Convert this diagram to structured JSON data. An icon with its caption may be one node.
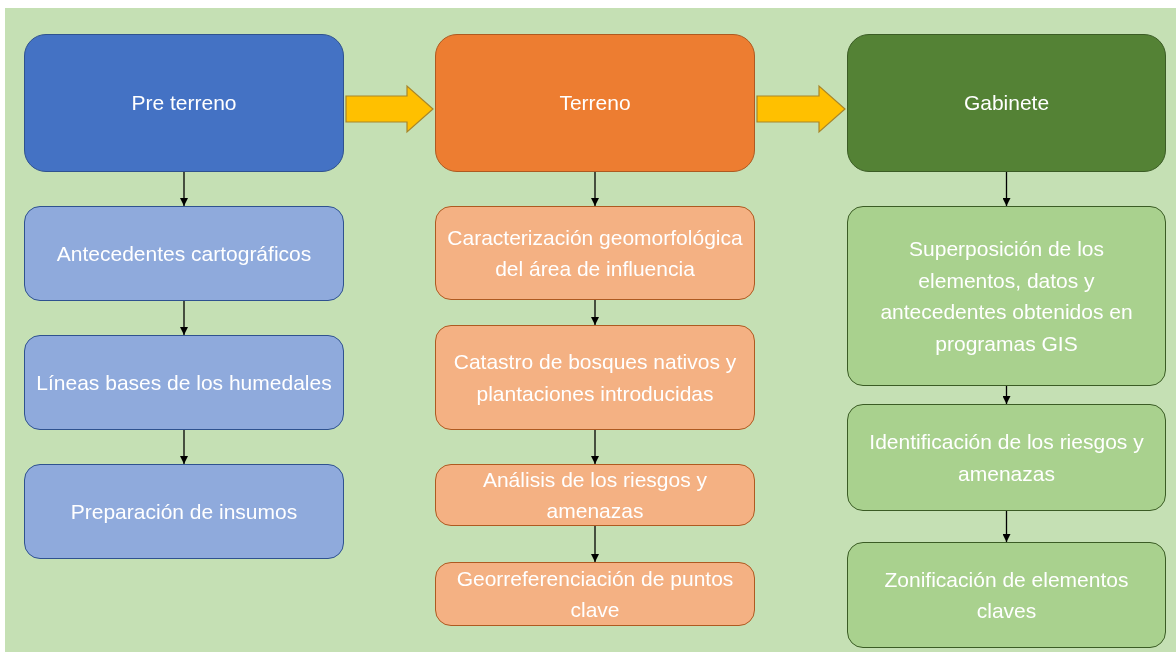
{
  "diagram": {
    "nodes": [
      {
        "text": [
          "Pre terreno"
        ]
      },
      {
        "text": [
          "Antecedentes cartográficos"
        ]
      },
      {
        "text": [
          "Líneas bases de los humedales"
        ]
      },
      {
        "text": [
          "Preparación de insumos"
        ]
      },
      {
        "text": [
          "Terreno"
        ]
      },
      {
        "text": [
          "Caracterización geomorfológica del área de influencia"
        ]
      },
      {
        "text": [
          "Catastro de bosques nativos y plantaciones introducidas"
        ]
      },
      {
        "text": [
          "Análisis de los riesgos y amenazas"
        ]
      },
      {
        "text": [
          "Georreferenciación de puntos clave"
        ]
      },
      {
        "text": [
          "Gabinete"
        ]
      },
      {
        "text": [
          "Superposición de los elementos, datos y antecedentes obtenidos en programas GIS"
        ]
      },
      {
        "text": [
          "Identificación de los riesgos y amenazas"
        ]
      },
      {
        "text": [
          "Zonificación de elementos claves"
        ]
      }
    ],
    "edges": [
      {
        "from": 0,
        "to": 4,
        "arrow": "to",
        "style": "thick",
        "color": "#ffc000"
      },
      {
        "from": 4,
        "to": 9,
        "arrow": "to",
        "style": "thick",
        "color": "#ffc000"
      },
      {
        "from": 0,
        "to": 1,
        "arrow": "to"
      },
      {
        "from": 1,
        "to": 2,
        "arrow": "to"
      },
      {
        "from": 2,
        "to": 3,
        "arrow": "to"
      },
      {
        "from": 4,
        "to": 5,
        "arrow": "to"
      },
      {
        "from": 5,
        "to": 6,
        "arrow": "to"
      },
      {
        "from": 6,
        "to": 7,
        "arrow": "to"
      },
      {
        "from": 7,
        "to": 8,
        "arrow": "to"
      },
      {
        "from": 9,
        "to": 10,
        "arrow": "to"
      },
      {
        "from": 10,
        "to": 11,
        "arrow": "to"
      },
      {
        "from": 11,
        "to": 12,
        "arrow": "to"
      }
    ]
  }
}
